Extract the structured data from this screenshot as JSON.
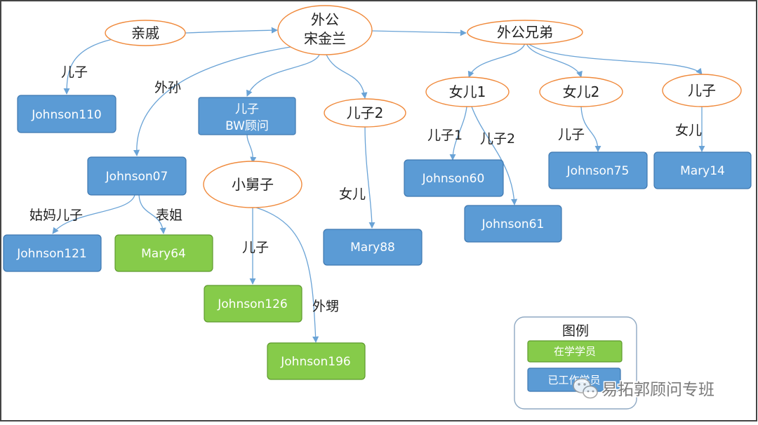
{
  "nodes": {
    "relative": "亲戚",
    "grandpa_line1": "外公",
    "grandpa_line2": "宋金兰",
    "grandpa_brother": "外公兄弟",
    "johnson110": "Johnson110",
    "son_bw_line1": "儿子",
    "son_bw_line2": "BW顾问",
    "son2": "儿子2",
    "daughter1": "女儿1",
    "daughter2": "女儿2",
    "son_right": "儿子",
    "johnson07": "Johnson07",
    "xiaojiuzi": "小舅子",
    "johnson60": "Johnson60",
    "johnson75": "Johnson75",
    "mary14": "Mary14",
    "johnson61": "Johnson61",
    "johnson121": "Johnson121",
    "mary64": "Mary64",
    "mary88": "Mary88",
    "johnson126": "Johnson126",
    "johnson196": "Johnson196"
  },
  "edge_labels": {
    "relative_son": "儿子",
    "grandson": "外孙",
    "d1_son1": "儿子1",
    "d1_son2": "儿子2",
    "d2_son": "儿子",
    "sr_daughter": "女儿",
    "son2_daughter": "女儿",
    "aunt_son": "姑妈儿子",
    "cousin": "表姐",
    "xjz_son": "儿子",
    "nephew": "外甥"
  },
  "legend": {
    "title": "图例",
    "student": "在学学员",
    "working": "已工作学员"
  },
  "watermark": "易拓郭顾问专班",
  "colors": {
    "blue_box": "#5b9bd5",
    "green_box": "#86cb4a",
    "ellipse_stroke": "#f08a3c",
    "edge": "#6aa3d6"
  }
}
